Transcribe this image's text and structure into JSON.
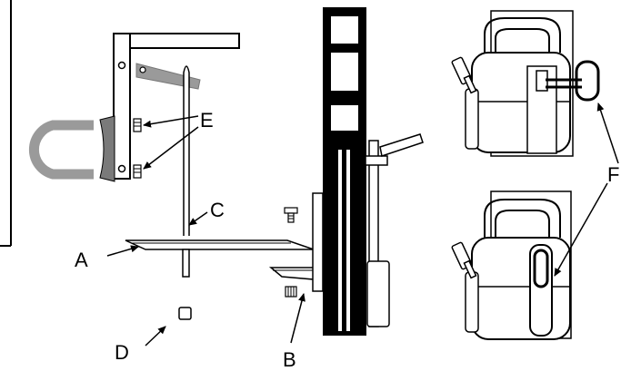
{
  "labels": {
    "A": "A",
    "B": "B",
    "C": "C",
    "D": "D",
    "E": "E",
    "F": "F"
  },
  "colors": {
    "line": "#000000",
    "gray_part": "#9a9a9a",
    "background": "#ffffff"
  }
}
